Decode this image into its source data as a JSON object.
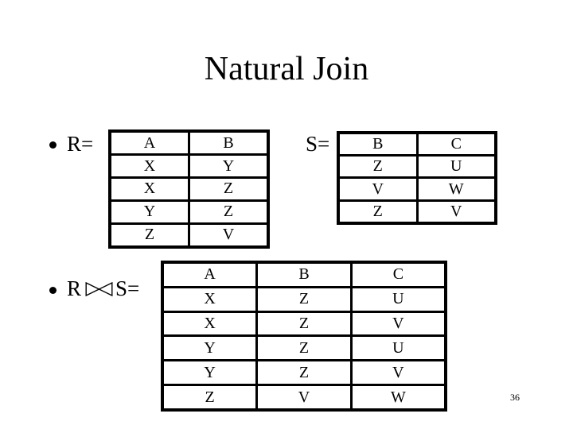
{
  "slide": {
    "title": "Natural Join",
    "page_number": "36"
  },
  "labels": {
    "r": "R=",
    "s": "S=",
    "join_r": "R",
    "join_s": "S=",
    "join_symbol": "⋈"
  },
  "tables": {
    "r": {
      "headers": [
        "A",
        "B"
      ],
      "rows": [
        [
          "X",
          "Y"
        ],
        [
          "X",
          "Z"
        ],
        [
          "Y",
          "Z"
        ],
        [
          "Z",
          "V"
        ]
      ]
    },
    "s": {
      "headers": [
        "B",
        "C"
      ],
      "rows": [
        [
          "Z",
          "U"
        ],
        [
          "V",
          "W"
        ],
        [
          "Z",
          "V"
        ]
      ]
    },
    "join": {
      "headers": [
        "A",
        "B",
        "C"
      ],
      "rows": [
        [
          "X",
          "Z",
          "U"
        ],
        [
          "X",
          "Z",
          "V"
        ],
        [
          "Y",
          "Z",
          "U"
        ],
        [
          "Y",
          "Z",
          "V"
        ],
        [
          "Z",
          "V",
          "W"
        ]
      ]
    }
  }
}
